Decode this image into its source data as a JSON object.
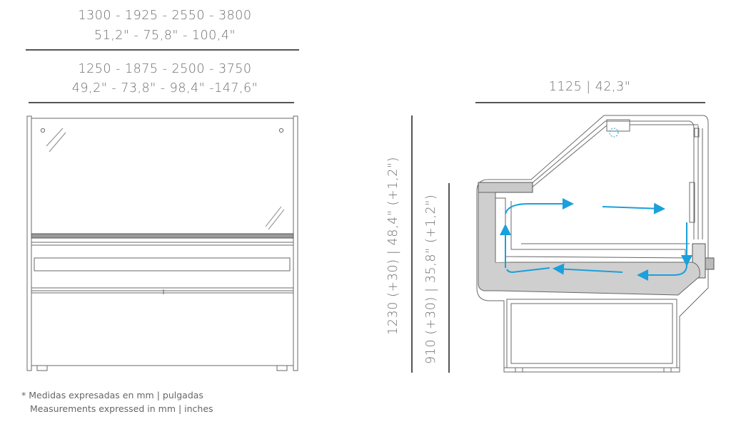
{
  "front": {
    "outer_mm": "1300 - 1925 - 2550 - 3800",
    "outer_in": "51,2\" - 75,8\" - 100,4\"",
    "inner_mm": "1250 - 1875 - 2500 - 3750",
    "inner_in": "49,2\" - 73,8\" - 98,4\" -147,6\""
  },
  "side": {
    "depth": "1125  |  42,3\"",
    "height_total": "1230 (+30)  |  48,4\" (+1,2\")",
    "height_counter": "910 (+30)  |  35,8\" (+1,2\")"
  },
  "footnote": {
    "es": "* Medidas expresadas en mm  |  pulgadas",
    "en": "Measurements expressed in mm  |  inches"
  },
  "colors": {
    "airflow": "#1aa0dc",
    "line": "#555555",
    "base": "#cfcfcf"
  }
}
